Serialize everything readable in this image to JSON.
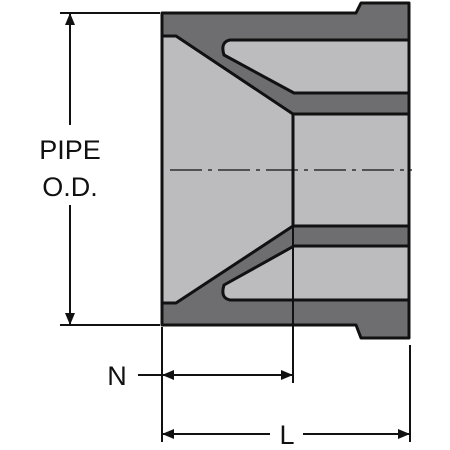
{
  "diagram": {
    "labels": {
      "pipe": "PIPE",
      "od": "O.D.",
      "n": "N",
      "l": "L"
    },
    "colors": {
      "body": "#6e6e70",
      "bore": "#bcbcbe",
      "outline": "#111111",
      "dimension": "#111111",
      "background": "#ffffff"
    },
    "icons": {
      "arrowhead": "arrowhead-icon"
    }
  }
}
